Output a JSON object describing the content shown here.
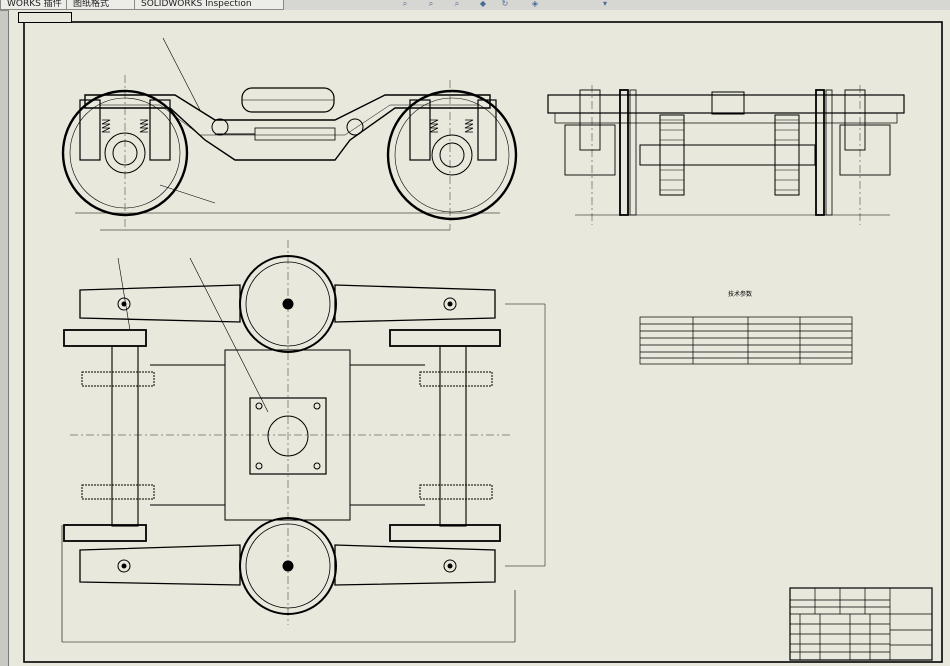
{
  "window": {
    "tabs": [
      {
        "label": "WORKS 插件"
      },
      {
        "label": "图纸格式"
      },
      {
        "label": "SOLIDWORKS Inspection"
      }
    ]
  },
  "toolbar": {
    "icons": [
      "zoom-fit-icon",
      "zoom-area-icon",
      "zoom-prev-icon",
      "select-icon",
      "rotate-icon",
      "view-orient-icon",
      "display-style-icon"
    ]
  },
  "drawing": {
    "sheet_label": "",
    "table_title": "技术参数",
    "drawing_number": "",
    "line_color": "#000000",
    "paper_color": "#e8e8dc"
  }
}
